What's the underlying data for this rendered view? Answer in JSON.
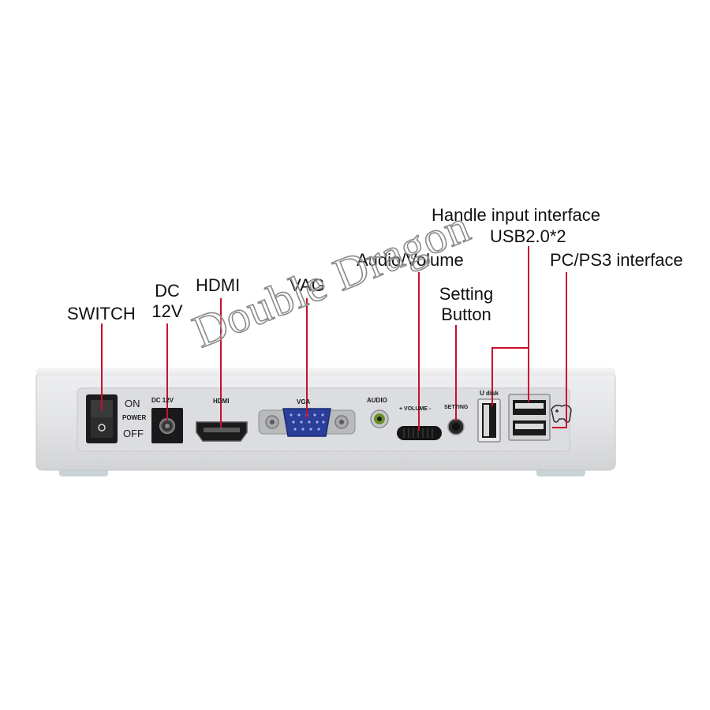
{
  "callouts": {
    "switch": "SWITCH",
    "dc_line1": "DC",
    "dc_line2": "12V",
    "hdmi": "HDMI",
    "vag": "VAG",
    "audio_volume": "Audio/Volume",
    "setting_line1": "Setting",
    "setting_line2": "Button",
    "handle_input": "Handle input interface",
    "usb": "USB2.0*2",
    "pc_ps3": "PC/PS3 interface"
  },
  "panel_labels": {
    "on": "ON",
    "power": "POWER",
    "off": "OFF",
    "dc": "DC 12V",
    "hdmi": "HDMI",
    "vga": "VGA",
    "audio": "AUDIO",
    "volume": "+ VOLUME -",
    "setting": "SETTING",
    "udisk": "U disk"
  },
  "watermark": "Double Dragon",
  "colors": {
    "pointer_line": "#c8102e",
    "device_body": "#e4e5e7",
    "panel": "#d9dadc",
    "vga_blue": "#2a3e9a"
  }
}
